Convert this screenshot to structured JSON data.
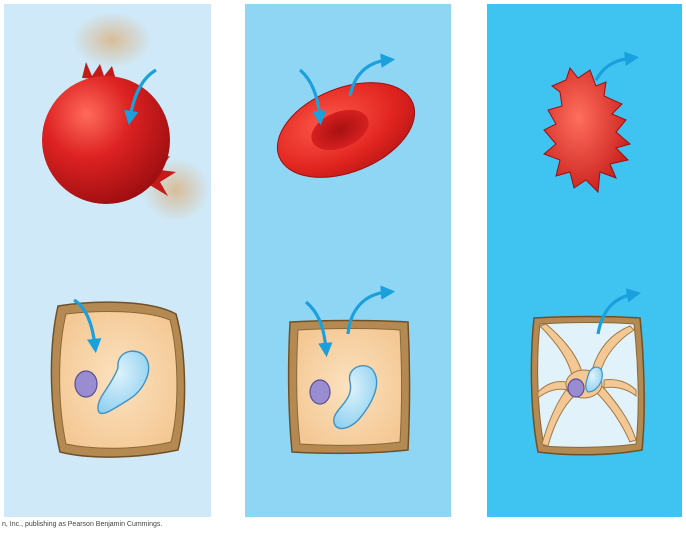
{
  "credit": "n, Inc., publishing as Pearson Benjamin Cummings.",
  "colors": {
    "panel_hypotonic": "#cfe9f8",
    "panel_isotonic": "#8fd6f4",
    "panel_hypertonic": "#3fc3f0",
    "water_arrow": "#1aa0dd",
    "red_cell": "#d81e1e",
    "plant_wall": "#b48a52",
    "plant_cytoplasm": "#f9d6a9",
    "nucleus": "#9a8cd0",
    "vacuole": "#a8dcf5"
  },
  "panels": [
    {
      "id": "hypotonic",
      "animal_cell_state": "lysed",
      "plant_cell_state": "turgid",
      "water_flow": "in"
    },
    {
      "id": "isotonic",
      "animal_cell_state": "normal",
      "plant_cell_state": "flaccid",
      "water_flow": "in and out"
    },
    {
      "id": "hypertonic",
      "animal_cell_state": "shriveled",
      "plant_cell_state": "plasmolyzed",
      "water_flow": "out"
    }
  ]
}
